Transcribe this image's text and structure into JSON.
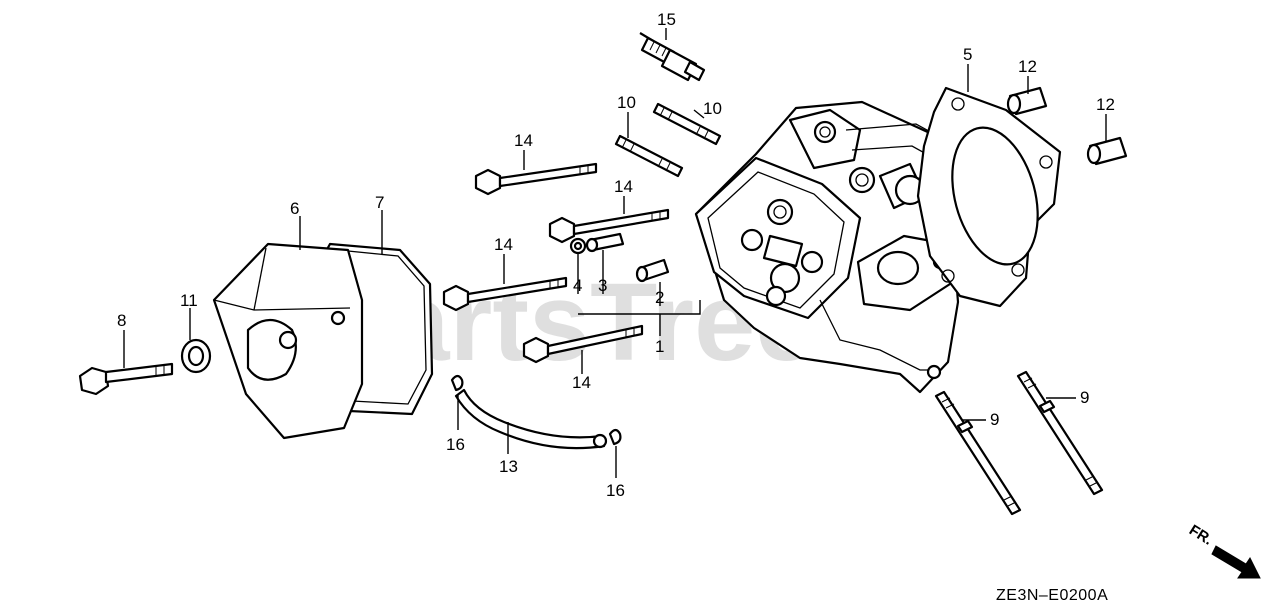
{
  "watermark": "PartsTree",
  "diagram_code": "ZE3N–E0200A",
  "direction_label": "FR.",
  "callouts": {
    "c1": "1",
    "c2": "2",
    "c3": "3",
    "c4": "4",
    "c5": "5",
    "c6": "6",
    "c7": "7",
    "c8": "8",
    "c9a": "9",
    "c9b": "9",
    "c10a": "10",
    "c10b": "10",
    "c11": "11",
    "c12a": "12",
    "c12b": "12",
    "c13": "13",
    "c14a": "14",
    "c14b": "14",
    "c14c": "14",
    "c14d": "14",
    "c15": "15",
    "c16a": "16",
    "c16b": "16"
  }
}
